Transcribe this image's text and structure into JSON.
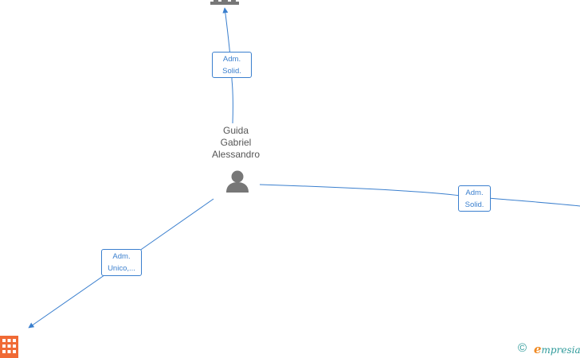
{
  "person": {
    "name_lines": [
      "Guida",
      "Gabriel",
      "Alessandro"
    ],
    "icon": "person-icon",
    "color": "#777777"
  },
  "companies": [
    {
      "id": "company-top",
      "icon": "building-icon",
      "color": "#777777"
    },
    {
      "id": "company-bottom-left",
      "icon": "building-icon",
      "color": "#f06a35"
    }
  ],
  "relations": [
    {
      "id": "relation-top",
      "label_lines": [
        "Adm.",
        "Solid."
      ]
    },
    {
      "id": "relation-right",
      "label_lines": [
        "Adm.",
        "Solid."
      ]
    },
    {
      "id": "relation-bottom-left",
      "label_lines": [
        "Adm.",
        "Unico,..."
      ]
    }
  ],
  "edge_color": "#3a7fce",
  "watermark": {
    "copyright_symbol": "©",
    "brand_initial": "e",
    "brand_rest": "mpresia",
    "color": "#2e9a9a",
    "accent": "#f08a24"
  }
}
